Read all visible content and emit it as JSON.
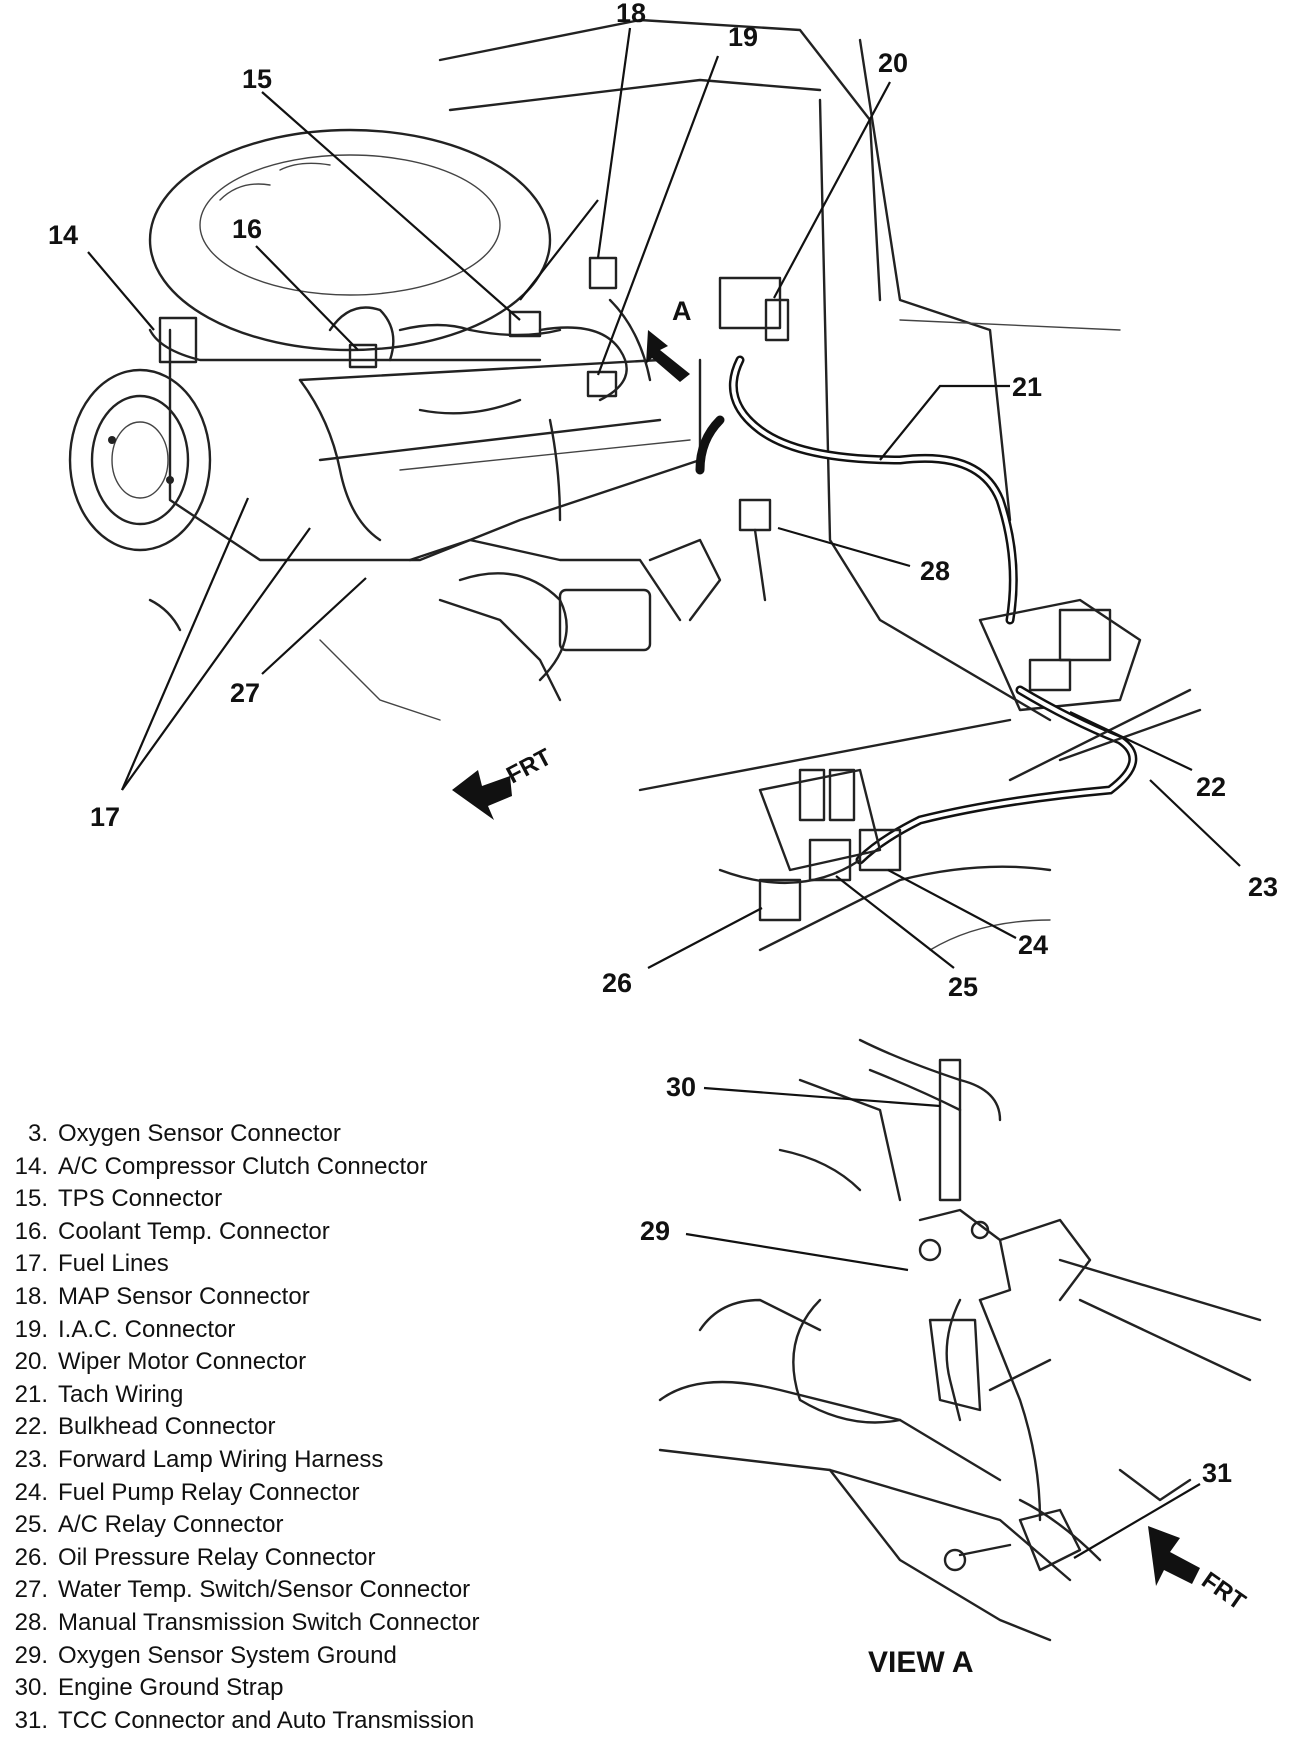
{
  "callouts": {
    "c14": "14",
    "c15": "15",
    "c16": "16",
    "c17": "17",
    "c18": "18",
    "c19": "19",
    "c20": "20",
    "c21": "21",
    "c22": "22",
    "c23": "23",
    "c24": "24",
    "c25": "25",
    "c26": "26",
    "c27": "27",
    "c28": "28",
    "c29": "29",
    "c30": "30",
    "c31": "31",
    "cA": "A"
  },
  "front_label": "FRT",
  "view_label": "VIEW A",
  "legend": [
    {
      "num": "3.",
      "text": "Oxygen Sensor Connector"
    },
    {
      "num": "14.",
      "text": "A/C Compressor Clutch Connector"
    },
    {
      "num": "15.",
      "text": "TPS Connector"
    },
    {
      "num": "16.",
      "text": "Coolant Temp. Connector"
    },
    {
      "num": "17.",
      "text": "Fuel Lines"
    },
    {
      "num": "18.",
      "text": "MAP Sensor Connector"
    },
    {
      "num": "19.",
      "text": "I.A.C. Connector"
    },
    {
      "num": "20.",
      "text": "Wiper Motor Connector"
    },
    {
      "num": "21.",
      "text": "Tach Wiring"
    },
    {
      "num": "22.",
      "text": "Bulkhead Connector"
    },
    {
      "num": "23.",
      "text": "Forward Lamp Wiring Harness"
    },
    {
      "num": "24.",
      "text": "Fuel Pump Relay Connector"
    },
    {
      "num": "25.",
      "text": "A/C Relay Connector"
    },
    {
      "num": "26.",
      "text": "Oil Pressure Relay Connector"
    },
    {
      "num": "27.",
      "text": "Water Temp. Switch/Sensor Connector"
    },
    {
      "num": "28.",
      "text": "Manual Transmission Switch Connector"
    },
    {
      "num": "29.",
      "text": "Oxygen Sensor System Ground"
    },
    {
      "num": "30.",
      "text": "Engine Ground Strap"
    },
    {
      "num": "31.",
      "text": "TCC Connector and Auto Transmission"
    }
  ]
}
